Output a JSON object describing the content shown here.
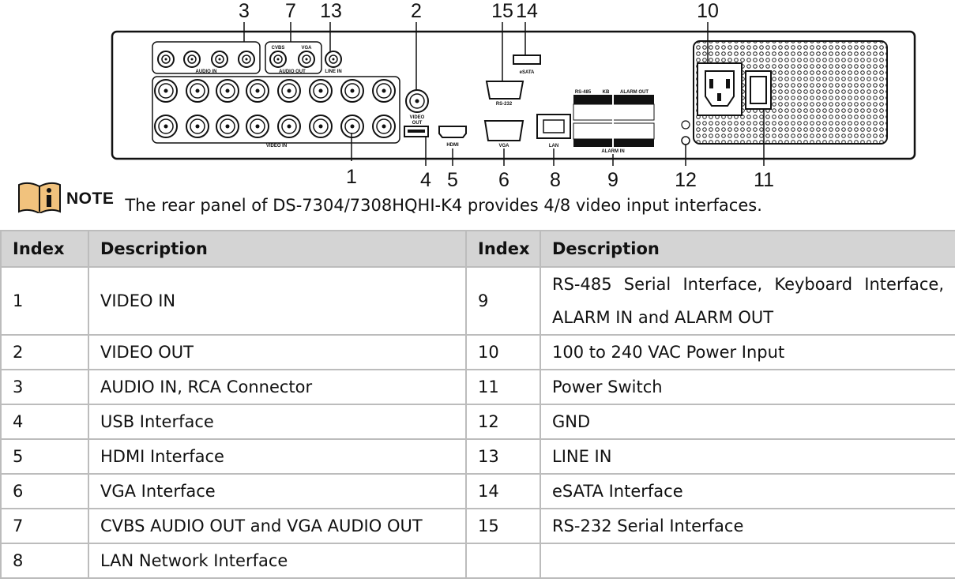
{
  "diagram": {
    "callouts": [
      "3",
      "7",
      "13",
      "2",
      "15",
      "14",
      "10",
      "1",
      "4",
      "5",
      "6",
      "8",
      "9",
      "12",
      "11"
    ],
    "panel_labels": {
      "audio_in": "AUDIO IN",
      "audio_out": "AUDIO OUT",
      "cvbs": "CVBS",
      "vga_small": "VGA",
      "line_in": "LINE IN",
      "video_in": "VIDEO IN",
      "video_out_1": "VIDEO",
      "video_out_2": "OUT",
      "rs232": "RS-232",
      "esata": "eSATA",
      "vga": "VGA",
      "lan": "LAN",
      "rs485": "RS-485",
      "kb": "KB",
      "alarm_out": "ALARM OUT",
      "alarm_in": "ALARM IN",
      "hdmi": "HDMI"
    }
  },
  "note": {
    "label": "NOTE",
    "text": "The rear panel of DS-7304/7308HQHI-K4 provides 4/8 video input interfaces."
  },
  "table": {
    "headers": [
      "Index",
      "Description",
      "Index",
      "Description"
    ],
    "rows": [
      [
        "1",
        "VIDEO IN",
        "9",
        "RS-485 Serial Interface, Keyboard Interface, ALARM IN and ALARM OUT"
      ],
      [
        "2",
        "VIDEO OUT",
        "10",
        "100 to 240 VAC Power Input"
      ],
      [
        "3",
        "AUDIO IN, RCA Connector",
        "11",
        "Power Switch"
      ],
      [
        "4",
        "USB Interface",
        "12",
        "GND"
      ],
      [
        "5",
        "HDMI Interface",
        "13",
        "LINE IN"
      ],
      [
        "6",
        "VGA Interface",
        "14",
        "eSATA Interface"
      ],
      [
        "7",
        "CVBS AUDIO OUT and VGA AUDIO OUT",
        "15",
        "RS-232 Serial Interface"
      ],
      [
        "8",
        "LAN Network Interface",
        "",
        ""
      ]
    ]
  },
  "icons": {
    "note": "info-book-icon"
  },
  "colors": {
    "note_icon_fill": "#f1c27d",
    "header_bg": "#d4d4d4",
    "border": "#bcbcbc"
  }
}
